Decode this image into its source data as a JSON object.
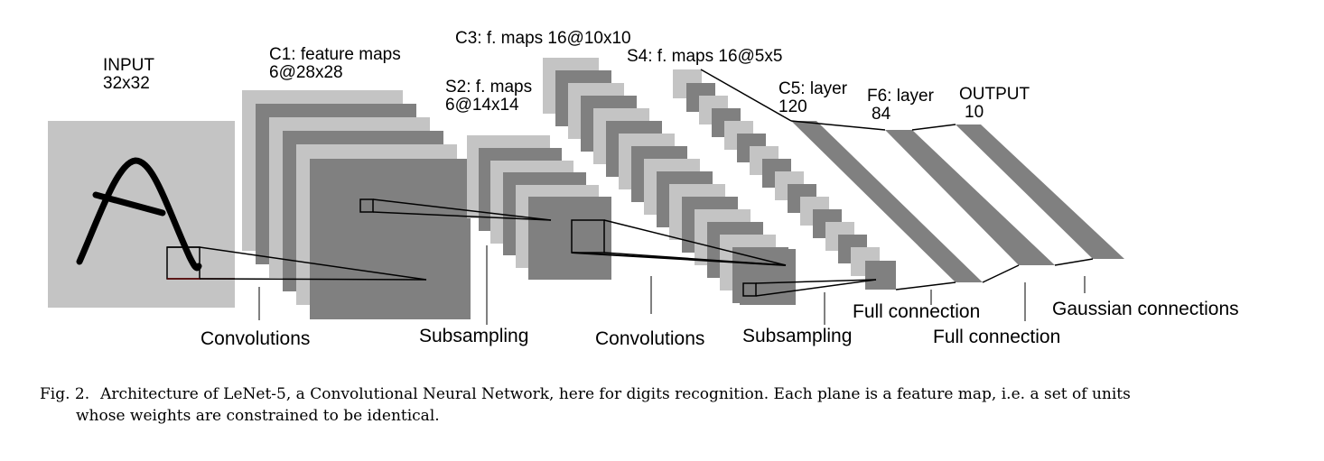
{
  "layers": {
    "input": {
      "name": "INPUT",
      "size": "32x32"
    },
    "c1": {
      "name": "C1: feature maps",
      "size": "6@28x28"
    },
    "s2": {
      "name": "S2: f. maps",
      "size": "6@14x14"
    },
    "c3": {
      "name": "C3: f. maps 16@10x10"
    },
    "s4": {
      "name": "S4: f. maps 16@5x5"
    },
    "c5": {
      "name": "C5: layer",
      "size": "120"
    },
    "f6": {
      "name": "F6: layer",
      "size": "84"
    },
    "output": {
      "name": "OUTPUT",
      "size": "10"
    }
  },
  "operations": {
    "convolutions_1": "Convolutions",
    "subsampling_1": "Subsampling",
    "convolutions_2": "Convolutions",
    "subsampling_2": "Subsampling",
    "full_connection_1": "Full connection",
    "full_connection_2": "Full connection",
    "gaussian": "Gaussian connections"
  },
  "caption": {
    "figure_number": "Fig. 2.",
    "line1": "Architecture of LeNet-5, a Convolutional Neural Network, here for digits recognition. Each plane is a feature map, i.e. a set of units",
    "line2": "whose weights are constrained to be identical."
  },
  "colors": {
    "light_gray": "#c4c4c4",
    "dark_gray": "#808080",
    "stroke": "#000000"
  }
}
